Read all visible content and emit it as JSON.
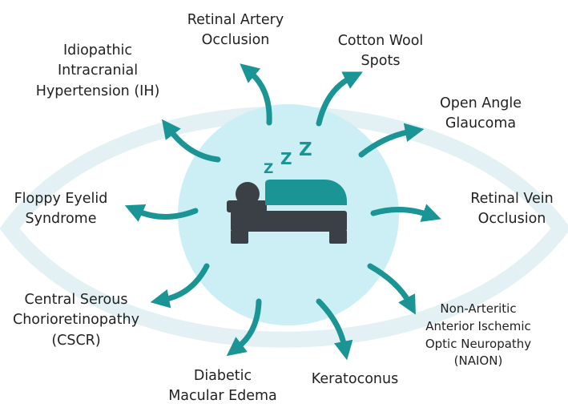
{
  "colors": {
    "teal": "#1a9494",
    "eye_outline": "#e3f1f5",
    "iris_fill": "#cceff6",
    "bed_dark": "#3b3f46",
    "text": "#222222",
    "background": "#ffffff"
  },
  "center": {
    "icon": "sleeping-person-bed-icon",
    "sleep_letters": [
      "Z",
      "Z",
      "Z"
    ]
  },
  "conditions": [
    {
      "id": "retinal-artery-occlusion",
      "lines": [
        "Retinal Artery",
        "Occlusion"
      ]
    },
    {
      "id": "cotton-wool-spots",
      "lines": [
        "Cotton Wool",
        "Spots"
      ]
    },
    {
      "id": "open-angle-glaucoma",
      "lines": [
        "Open Angle",
        "Glaucoma"
      ]
    },
    {
      "id": "retinal-vein-occlusion",
      "lines": [
        "Retinal Vein",
        "Occlusion"
      ]
    },
    {
      "id": "naion",
      "lines": [
        "Non-Arteritic",
        "Anterior Ischemic",
        "Optic Neuropathy",
        "(NAION)"
      ]
    },
    {
      "id": "keratoconus",
      "lines": [
        "Keratoconus"
      ]
    },
    {
      "id": "diabetic-macular-edema",
      "lines": [
        "Diabetic",
        "Macular Edema"
      ]
    },
    {
      "id": "cscr",
      "lines": [
        "Central Serous",
        "Chorioretinopathy",
        "(CSCR)"
      ]
    },
    {
      "id": "floppy-eyelid-syndrome",
      "lines": [
        "Floppy Eyelid",
        "Syndrome"
      ]
    },
    {
      "id": "idiopathic-intracranial-hypertension",
      "lines": [
        "Idiopathic",
        "Intracranial",
        "Hypertension (IH)"
      ]
    }
  ]
}
